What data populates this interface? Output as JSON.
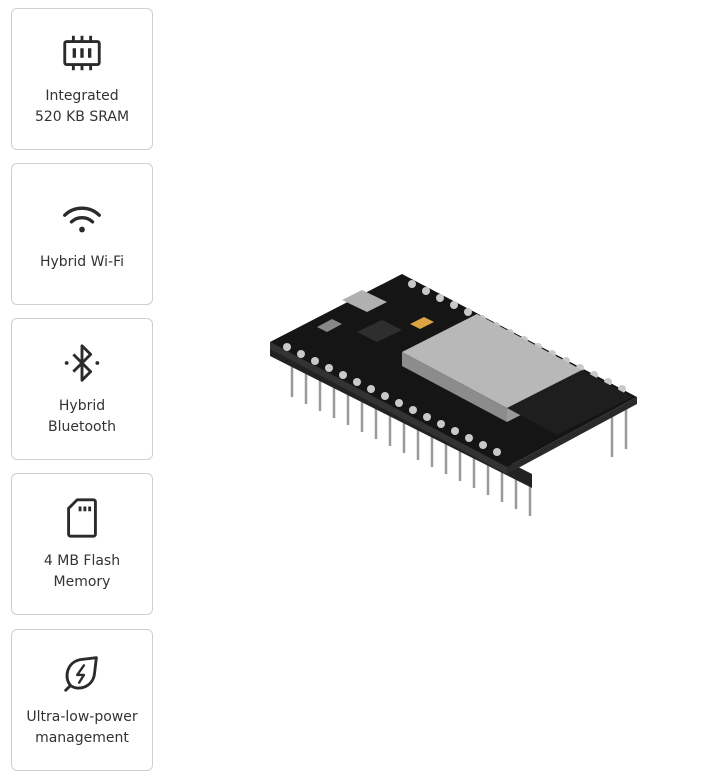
{
  "features": [
    {
      "icon": "memory-chip-icon",
      "line1": "Integrated",
      "line2": "520 KB SRAM"
    },
    {
      "icon": "wifi-icon",
      "line1": "Hybrid Wi-Fi",
      "line2": ""
    },
    {
      "icon": "bluetooth-icon",
      "line1": "Hybrid",
      "line2": "Bluetooth"
    },
    {
      "icon": "sd-card-icon",
      "line1": "4 MB Flash",
      "line2": "Memory"
    },
    {
      "icon": "eco-power-icon",
      "line1": "Ultra-low-power",
      "line2": "management"
    }
  ],
  "colors": {
    "text": "#333333",
    "border": "#cfcfcf",
    "icon": "#2b2b2b"
  }
}
